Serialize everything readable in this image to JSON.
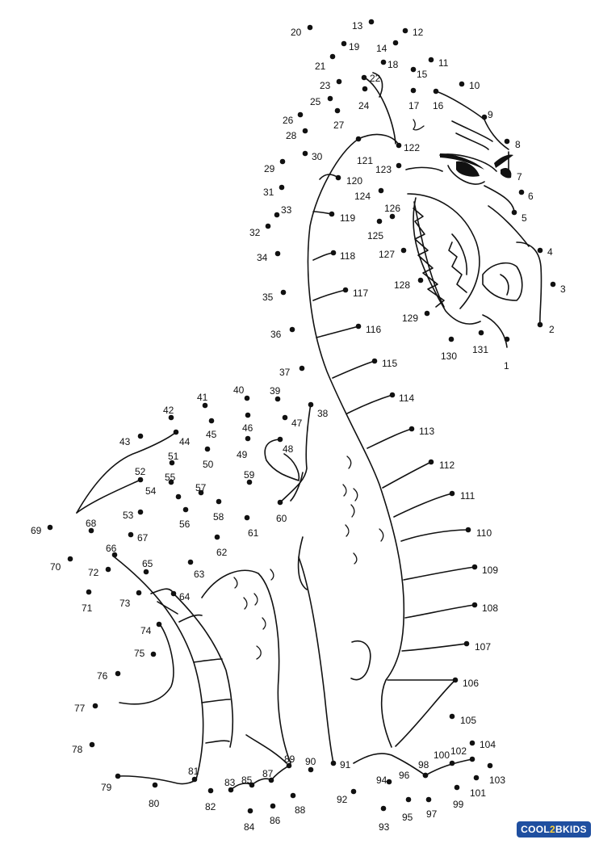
{
  "labels": [
    "1",
    "2",
    "3",
    "4",
    "5",
    "6",
    "7",
    "8",
    "9",
    "10",
    "11",
    "12",
    "13",
    "14",
    "15",
    "16",
    "17",
    "18",
    "19",
    "20",
    "21",
    "22",
    "23",
    "24",
    "25",
    "26",
    "27",
    "28",
    "29",
    "30",
    "31",
    "32",
    "33",
    "34",
    "35",
    "36",
    "37",
    "38",
    "39",
    "40",
    "41",
    "42",
    "43",
    "44",
    "45",
    "46",
    "47",
    "48",
    "49",
    "50",
    "51",
    "52",
    "53",
    "54",
    "55",
    "56",
    "57",
    "58",
    "59",
    "60",
    "61",
    "62",
    "63",
    "64",
    "65",
    "66",
    "67",
    "68",
    "69",
    "70",
    "71",
    "72",
    "73",
    "74",
    "75",
    "76",
    "77",
    "78",
    "79",
    "80",
    "81",
    "82",
    "83",
    "84",
    "85",
    "86",
    "87",
    "88",
    "89",
    "90",
    "91",
    "92",
    "93",
    "94",
    "95",
    "96",
    "97",
    "98",
    "99",
    "100",
    "101",
    "102",
    "103",
    "104",
    "105",
    "106",
    "107",
    "108",
    "109",
    "110",
    "111",
    "112",
    "113",
    "114",
    "115",
    "116",
    "117",
    "118",
    "119",
    "120",
    "121",
    "122",
    "123",
    "124",
    "125",
    "126",
    "127",
    "128",
    "129",
    "130",
    "131"
  ],
  "logo": {
    "part1": "COOL",
    "part2": "2",
    "part3": "BKIDS"
  },
  "colors": {
    "ink": "#111111",
    "logo_bg": "#1f4fa0",
    "logo_accent": "#ffd23a"
  }
}
